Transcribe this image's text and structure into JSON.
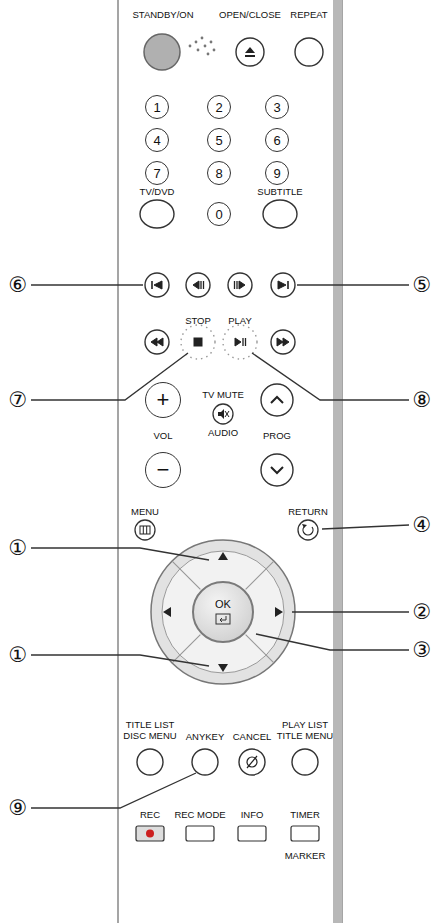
{
  "diagram": {
    "nodes": [
      {
        "text": [
          "1"
        ]
      },
      {
        "text": [
          "2"
        ]
      },
      {
        "text": [
          "3"
        ]
      },
      {
        "text": [
          "4"
        ]
      },
      {
        "text": [
          "5"
        ]
      },
      {
        "text": [
          "6"
        ]
      },
      {
        "text": [
          "7"
        ]
      },
      {
        "text": [
          "8"
        ]
      },
      {
        "text": [
          "9"
        ]
      },
      {
        "text": [
          "0"
        ]
      },
      {
        "text": [
          "+"
        ]
      },
      {
        "text": [
          "−"
        ]
      },
      {
        "text": [
          "OK"
        ]
      }
    ],
    "labels": [
      "STANDBY/ON",
      "OPEN/CLOSE",
      "REPEAT",
      "TV/DVD",
      "SUBTITLE",
      "⑥",
      "⑤",
      "STOP",
      "PLAY",
      "⑦",
      "⑧",
      "VOL",
      "TV MUTE",
      "PROG",
      "AUDIO",
      "MENU",
      "RETURN",
      "④",
      "①",
      "②",
      "①",
      "③",
      "TITLE LIST DISC MENU",
      "PLAY LIST TITLE MENU",
      "ANYKEY",
      "CANCEL",
      "⑨",
      "REC",
      "REC MODE",
      "INFO",
      "TIMER",
      "MARKER"
    ]
  }
}
